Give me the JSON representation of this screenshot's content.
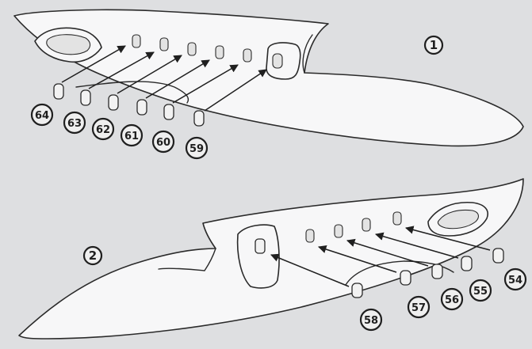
{
  "panels": [
    {
      "number": "1",
      "callouts": [
        "64",
        "63",
        "62",
        "61",
        "60",
        "59"
      ]
    },
    {
      "number": "2",
      "callouts": [
        "58",
        "57",
        "56",
        "55",
        "54"
      ]
    }
  ]
}
